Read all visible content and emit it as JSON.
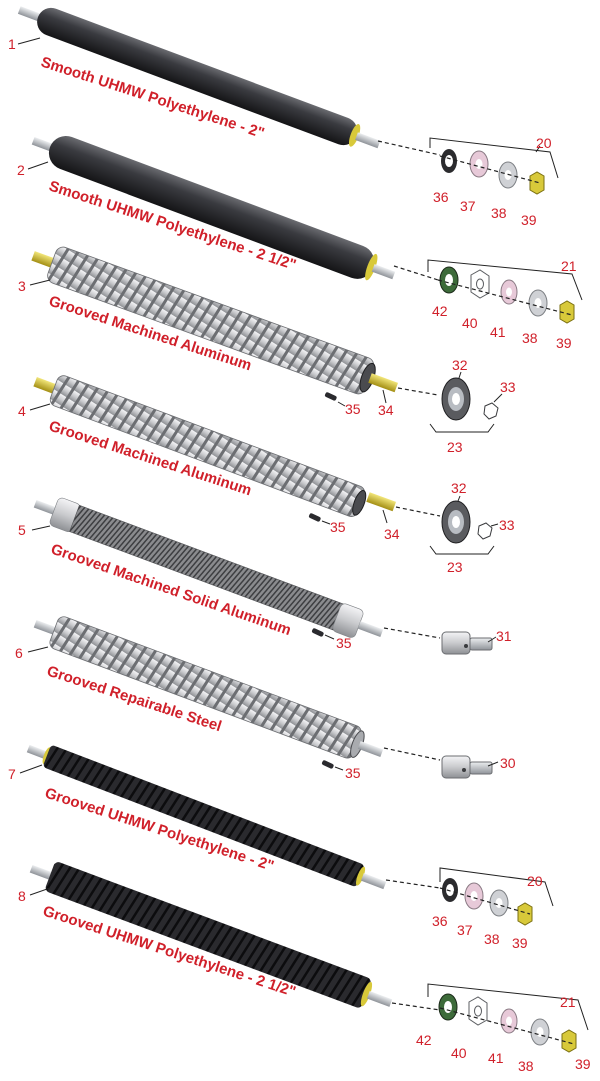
{
  "colors": {
    "label_red": "#d0202a",
    "roller_black": "#2f2f33",
    "roller_aluminum": "#d9dadd",
    "shaft_steel": "#b8bcc2",
    "shaft_brass": "#c9b321",
    "bearing_green": "#3d6b3a",
    "nut_yellow": "#d8c93a",
    "washer_pink": "#e7c9d8"
  },
  "rollers": [
    {
      "num": "1",
      "title": "Smooth UHMW Polyethylene - 2\"",
      "style": "smooth-black"
    },
    {
      "num": "2",
      "title": "Smooth UHMW Polyethylene - 2 1/2\"",
      "style": "smooth-black"
    },
    {
      "num": "3",
      "title": "Grooved Machined Aluminum",
      "style": "grooved-aluminum"
    },
    {
      "num": "4",
      "title": "Grooved Machined Aluminum",
      "style": "grooved-aluminum"
    },
    {
      "num": "5",
      "title": "Grooved Machined Solid Aluminum",
      "style": "solid-aluminum"
    },
    {
      "num": "6",
      "title": "Grooved Repairable Steel",
      "style": "grooved-steel"
    },
    {
      "num": "7",
      "title": "Grooved UHMW Polyethylene - 2\"",
      "style": "grooved-black"
    },
    {
      "num": "8",
      "title": "Grooved UHMW Polyethylene - 2 1/2\"",
      "style": "grooved-black"
    }
  ],
  "part_numbers": {
    "g20": "20",
    "g21": "21",
    "g23": "23",
    "p30": "30",
    "p31": "31",
    "p32": "32",
    "p33": "33",
    "p34": "34",
    "p35": "35",
    "p36": "36",
    "p37": "37",
    "p38": "38",
    "p39": "39",
    "p40": "40",
    "p41": "41",
    "p42": "42"
  }
}
